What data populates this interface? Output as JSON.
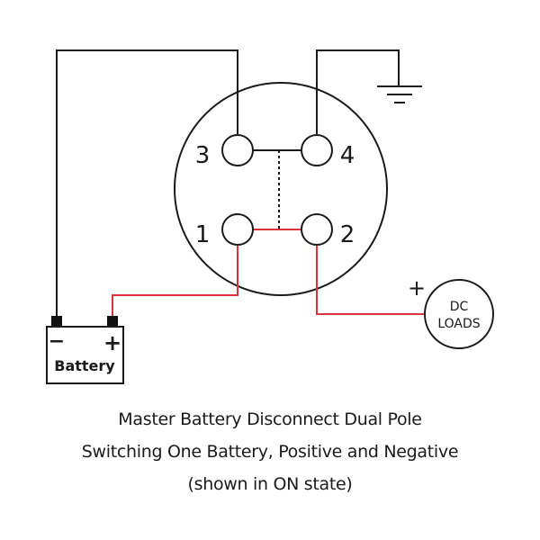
{
  "diagram": {
    "title_lines": [
      "Master Battery Disconnect Dual Pole",
      "Switching One Battery, Positive and Negative",
      "(shown in ON state)"
    ],
    "switch": {
      "terminals": [
        {
          "id": "3",
          "label": "3"
        },
        {
          "id": "4",
          "label": "4"
        },
        {
          "id": "1",
          "label": "1"
        },
        {
          "id": "2",
          "label": "2"
        }
      ]
    },
    "battery": {
      "label": "Battery",
      "negative_symbol": "−",
      "positive_symbol": "+"
    },
    "load": {
      "line1": "DC",
      "line2": "LOADS",
      "polarity": "+"
    },
    "colors": {
      "wire_negative": "#1a1a1a",
      "wire_positive": "#d9343a",
      "outline": "#1a1a1a"
    },
    "ground_symbol": "ground-icon"
  }
}
